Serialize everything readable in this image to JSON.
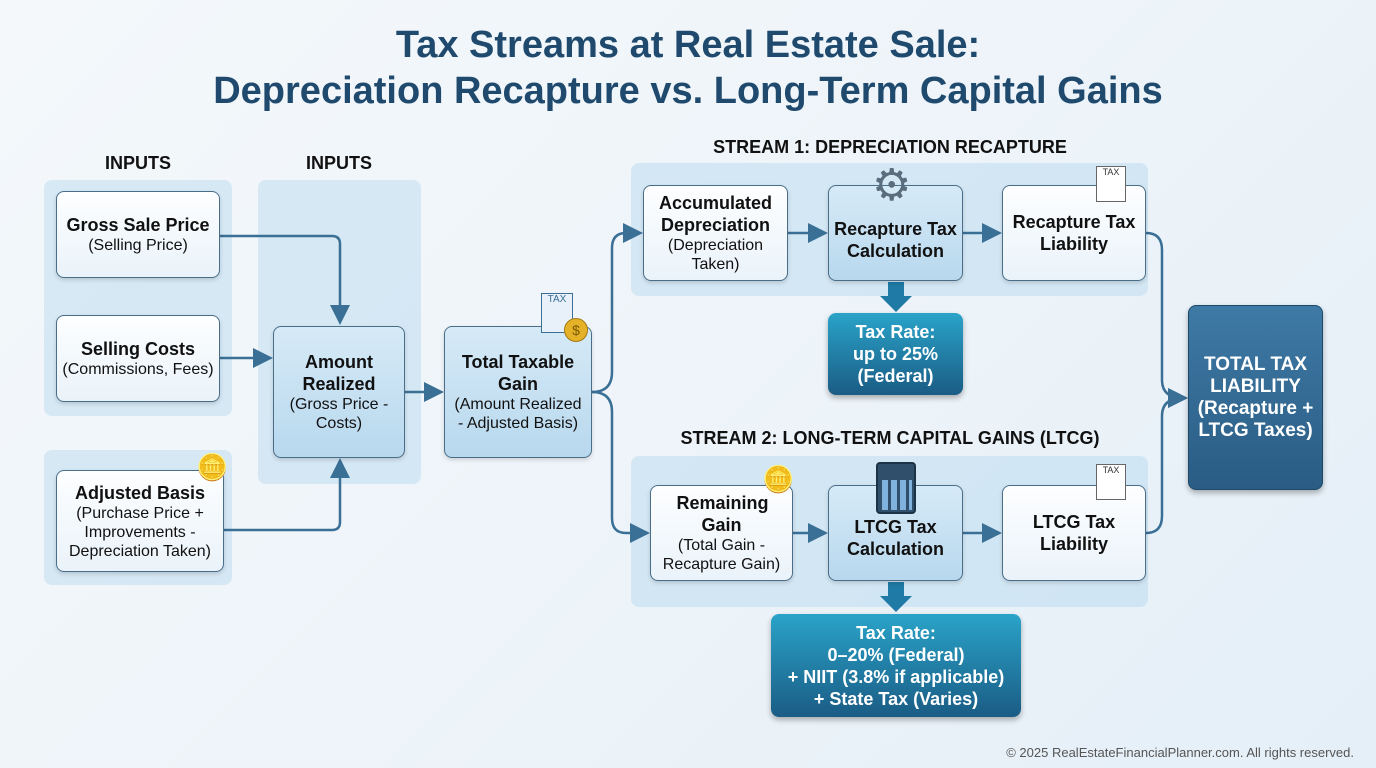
{
  "title": {
    "line1": "Tax Streams at Real Estate Sale:",
    "line2": "Depreciation Recapture vs. Long-Term Capital Gains"
  },
  "labels": {
    "inputs1": "INPUTS",
    "inputs2": "INPUTS",
    "stream1": "STREAM 1: DEPRECIATION RECAPTURE",
    "stream2": "STREAM 2: LONG-TERM CAPITAL GAINS (LTCG)"
  },
  "nodes": {
    "gross": {
      "title": "Gross Sale Price",
      "sub": "(Selling Price)"
    },
    "selling": {
      "title": "Selling Costs",
      "sub": "(Commissions, Fees)"
    },
    "basis": {
      "title": "Adjusted Basis",
      "sub": "(Purchase Price + Improvements - Depreciation Taken)"
    },
    "realized": {
      "title": "Amount Realized",
      "sub": "(Gross Price - Costs)"
    },
    "gain": {
      "title": "Total Taxable Gain",
      "sub": "(Amount Realized - Adjusted Basis)"
    },
    "accum": {
      "title": "Accumulated Depreciation",
      "sub": "(Depreciation Taken)"
    },
    "recalc": {
      "title": "Recapture Tax Calculation"
    },
    "reliab": {
      "title": "Recapture Tax Liability"
    },
    "remain": {
      "title": "Remaining Gain",
      "sub": "(Total Gain - Recapture Gain)"
    },
    "ltcgcalc": {
      "title": "LTCG Tax Calculation"
    },
    "ltcgliab": {
      "title": "LTCG Tax Liability"
    }
  },
  "rates": {
    "recapture": [
      "Tax Rate:",
      "up to 25%",
      "(Federal)"
    ],
    "ltcg": [
      "Tax Rate:",
      "0–20% (Federal)",
      "+ NIIT (3.8% if applicable)",
      "+ State Tax (Varies)"
    ]
  },
  "total": {
    "line1": "TOTAL TAX LIABILITY",
    "line2": "(Recapture + LTCG Taxes)"
  },
  "icons": {
    "tax_doc": "TAX"
  },
  "footer": "© 2025 RealEstateFinancialPlanner.com. All rights reserved.",
  "colors": {
    "title": "#1f4a6e",
    "arrow": "#3a6f96",
    "rate": "#1f7aa5",
    "total": "#2f6690"
  }
}
